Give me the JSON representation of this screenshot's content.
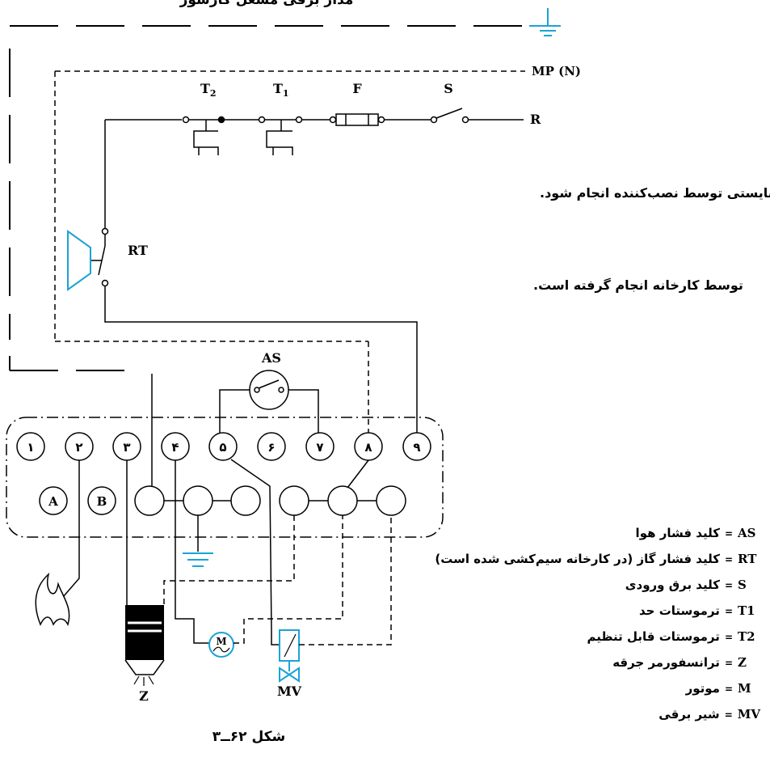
{
  "header": {
    "title": "مدار برقی مشعل گازسوز"
  },
  "labels": {
    "mp": "MP (N)",
    "t2": "T2",
    "t1": "T1",
    "f": "F",
    "s": "S",
    "r": "R",
    "rt": "RT",
    "as": "AS",
    "z": "Z",
    "m": "M",
    "mv": "MV"
  },
  "notes": {
    "installer": "بایستی توسط نصب‌کننده انجام شود.",
    "factory": "توسط کارخانه انجام گرفته است."
  },
  "terminals": [
    "۱",
    "۲",
    "۳",
    "۴",
    "۵",
    "۶",
    "۷",
    "۸",
    "۹"
  ],
  "lower_terminals": [
    "A",
    "B"
  ],
  "figure_caption": "شکل ۶۲ــ۳",
  "legend": [
    {
      "code": "AS",
      "desc": "کلید فشار هوا"
    },
    {
      "code": "RT",
      "desc": "کلید فشار گاز (در کارخانه سیم‌کشی شده است)"
    },
    {
      "code": "S",
      "desc": "کلید برق ورودی"
    },
    {
      "code": "T1",
      "desc": "ترموستات حد"
    },
    {
      "code": "T2",
      "desc": "ترموستات قابل تنظیم"
    },
    {
      "code": "Z",
      "desc": "ترانسفورمر جرقه"
    },
    {
      "code": "M",
      "desc": "موتور"
    },
    {
      "code": "MV",
      "desc": "شیر برقی"
    }
  ],
  "colors": {
    "line": "#000000",
    "component_blue": "#1ba3d6"
  }
}
